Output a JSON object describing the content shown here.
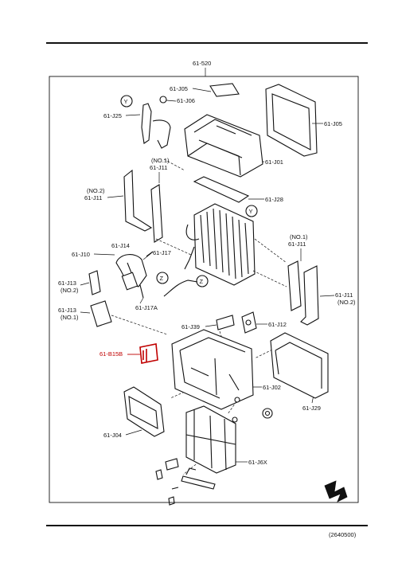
{
  "diagram": {
    "top_label": "61-520",
    "labels": {
      "j05_top": "61-J05",
      "j06": "61-J06",
      "j25": "61-J25",
      "j05_right": "61-J05",
      "j01": "61-J01",
      "no1_a": "(NO.1)",
      "j11_a": "61-J11",
      "no2_a": "(NO.2)",
      "j11_b": "61-J11",
      "j28": "61-J28",
      "j10": "61-J10",
      "j14": "61-J14",
      "j17": "61-J17",
      "no1_b": "(NO.1)",
      "j11_c": "61-J11",
      "j13_a": "61-J13",
      "no2_b": "(NO.2)",
      "j11_d": "61-J11",
      "no2_c": "(NO.2)",
      "j17a": "61-J17A",
      "j13_b": "61-J13",
      "no1_c": "(NO.1)",
      "j39": "61-J39",
      "j12": "61-J12",
      "b15b": "61-B15B",
      "j02": "61-J02",
      "j29": "61-J29",
      "j04": "61-J04",
      "j6x": "61-J6X"
    },
    "callouts": {
      "y1": "Y",
      "y2": "Y",
      "z1": "Z",
      "z2": "Z"
    },
    "footer_code": "(2640500)"
  },
  "colors": {
    "highlight": "#c00000",
    "ink": "#111111"
  }
}
